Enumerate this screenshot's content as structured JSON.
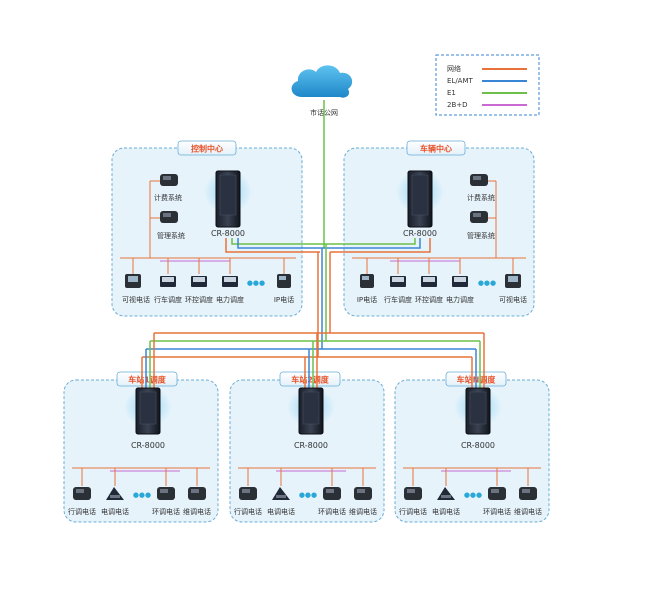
{
  "legend": {
    "items": [
      {
        "label": "网络",
        "color": "#e8733a"
      },
      {
        "label": "EL/AMT",
        "color": "#3a86d6"
      },
      {
        "label": "E1",
        "color": "#6cc04a"
      },
      {
        "label": "2B+D",
        "color": "#c86ad2"
      }
    ]
  },
  "cloud": {
    "label": "市话公网"
  },
  "control_center": {
    "title": "控制中心",
    "server": "CR-8000",
    "billing": "计费系统",
    "management": "管理系统",
    "terminals": [
      "可视电话",
      "行车调度",
      "环控调度",
      "电力调度",
      "IP电话"
    ],
    "ellipsis": "●●●"
  },
  "vehicle_center": {
    "title": "车辆中心",
    "server": "CR-8000",
    "billing": "计费系统",
    "management": "管理系统",
    "terminals": [
      "IP电话",
      "行车调度",
      "环控调度",
      "电力调度",
      "可视电话"
    ],
    "ellipsis": "●●●"
  },
  "stations": [
    {
      "title": "车站1调度",
      "server": "CR-8000",
      "phones": [
        "行调电话",
        "电调电话",
        "环调电话",
        "维调电话"
      ],
      "ellipsis": "●●●"
    },
    {
      "title": "车站2调度",
      "server": "CR-8000",
      "phones": [
        "行调电话",
        "电调电话",
        "环调电话",
        "维调电话"
      ],
      "ellipsis": "●●●"
    },
    {
      "title": "车站N调度",
      "server": "CR-8000",
      "phones": [
        "行调电话",
        "电调电话",
        "环调电话",
        "维调电话"
      ],
      "ellipsis": "●●●"
    }
  ],
  "colors": {
    "box_fill": "#e6f3fb",
    "box_border": "#6aaed6",
    "title_text": "#e8532a",
    "ellipsis": "#29a8d8"
  }
}
